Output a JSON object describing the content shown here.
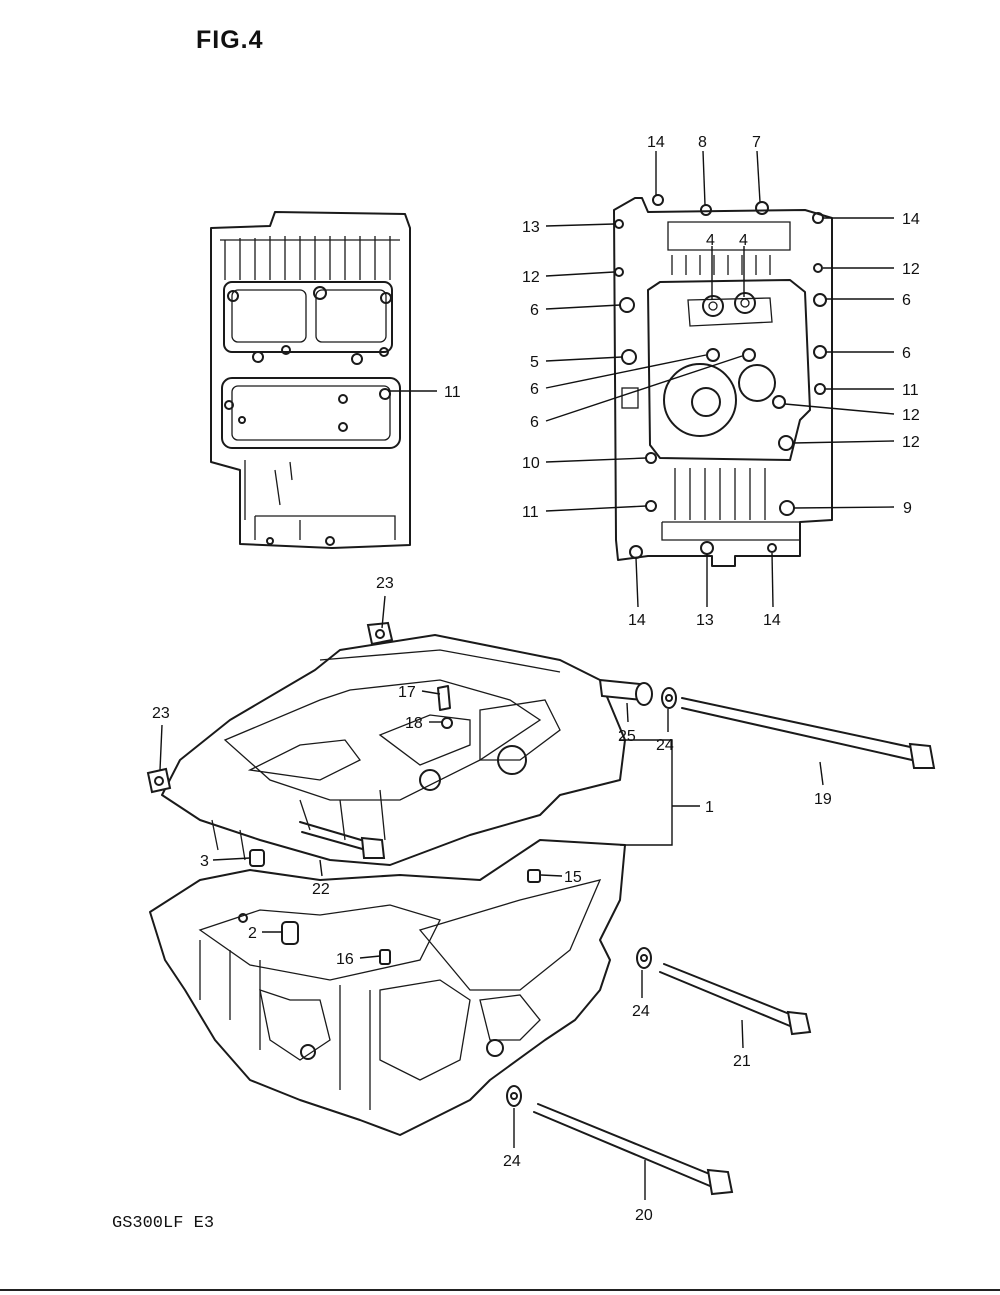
{
  "figure": {
    "title": "FIG.4",
    "model_code": "GS300LF E3"
  },
  "callouts": {
    "c1": "1",
    "c2": "2",
    "c3": "3",
    "c4a": "4",
    "c4b": "4",
    "c5": "5",
    "c6a": "6",
    "c6b": "6",
    "c6c": "6",
    "c6d": "6",
    "c6e": "6",
    "c7": "7",
    "c8": "8",
    "c9": "9",
    "c10": "10",
    "c11a": "11",
    "c11b": "11",
    "c11c": "11",
    "c12a": "12",
    "c12b": "12",
    "c12c": "12",
    "c12d": "12",
    "c13a": "13",
    "c13b": "13",
    "c14a": "14",
    "c14b": "14",
    "c14c": "14",
    "c14d": "14",
    "c15": "15",
    "c16": "16",
    "c17": "17",
    "c18": "18",
    "c19": "19",
    "c20": "20",
    "c21": "21",
    "c22": "22",
    "c23a": "23",
    "c23b": "23",
    "c24a": "24",
    "c24b": "24",
    "c24c": "24",
    "c25": "25"
  }
}
